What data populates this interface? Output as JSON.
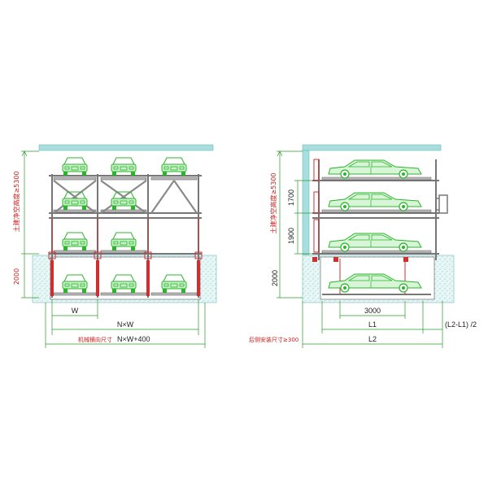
{
  "front_view": {
    "total_height_label": "土建净空高度≥5300",
    "pit_depth_label": "2000",
    "width_label": "W",
    "span_label": "N×W",
    "overall_label_cn": "机械横向尺寸",
    "overall_label_formula": "N×W+400"
  },
  "side_view": {
    "total_height_label": "土建净空高度≥5300",
    "upper_level_label": "1700",
    "middle_level_label": "1900",
    "pit_depth_label": "2000",
    "platform_length_label": "3000",
    "l1_label": "L1",
    "offset_label": "(L2-L1) /2",
    "l2_label": "L2",
    "rear_clearance_label": "后侧安装尺寸≥300"
  },
  "colors": {
    "car_green": "#2bb52b",
    "structure_gray": "#8a8a8a",
    "frame_red": "#cc3030",
    "ground_cyan": "#a9dede",
    "dimension_line": "#2a9a2a",
    "red_text": "#d02020"
  }
}
